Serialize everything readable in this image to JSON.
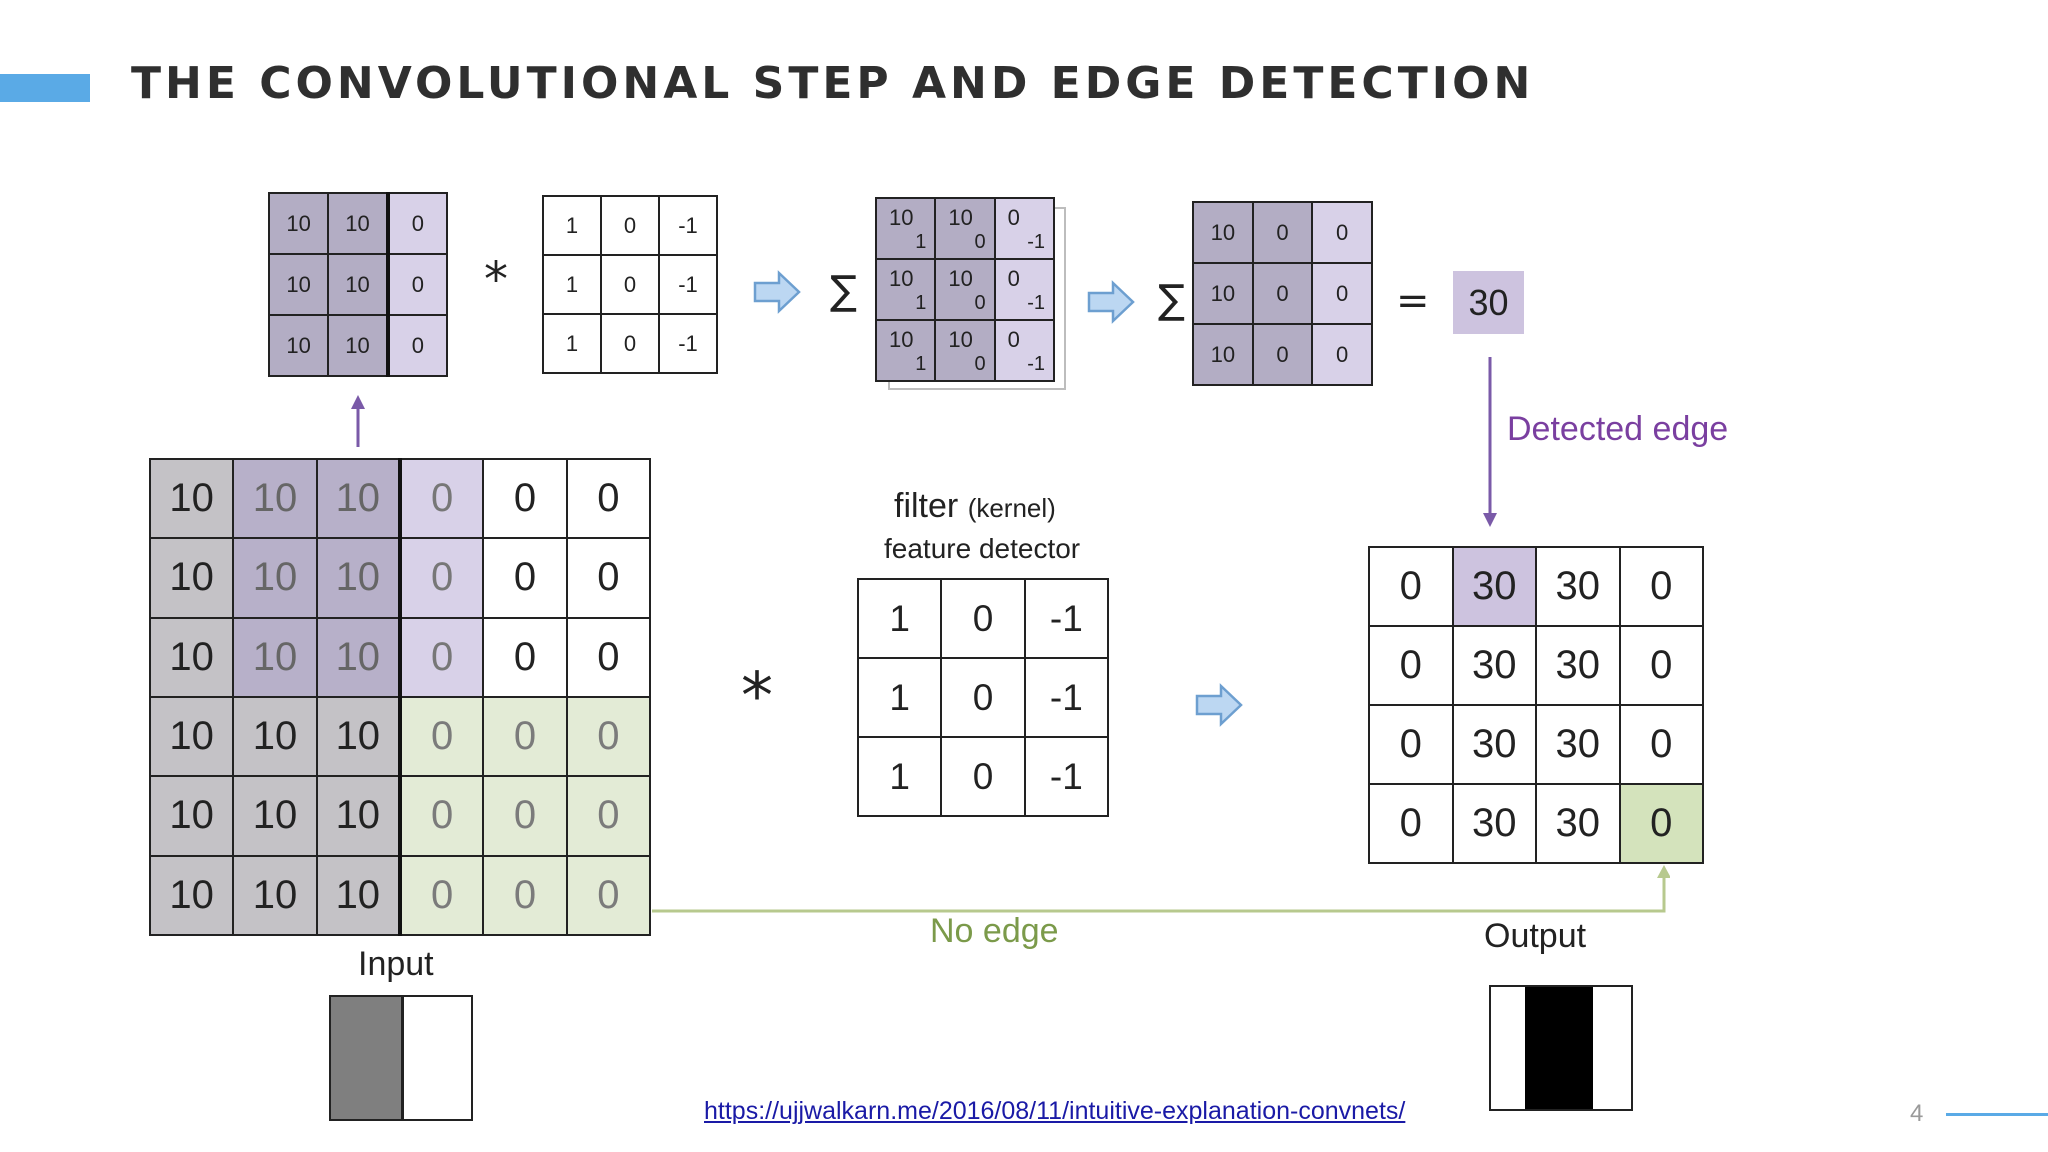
{
  "title": "THE CONVOLUTIONAL STEP AND EDGE DETECTION",
  "patch": [
    [
      "10",
      "10",
      "0"
    ],
    [
      "10",
      "10",
      "0"
    ],
    [
      "10",
      "10",
      "0"
    ]
  ],
  "kernel": [
    [
      "1",
      "0",
      "-1"
    ],
    [
      "1",
      "0",
      "-1"
    ],
    [
      "1",
      "0",
      "-1"
    ]
  ],
  "products": [
    [
      {
        "v": "10",
        "k": "1"
      },
      {
        "v": "10",
        "k": "0"
      },
      {
        "v": "0",
        "k": "-1"
      }
    ],
    [
      {
        "v": "10",
        "k": "1"
      },
      {
        "v": "10",
        "k": "0"
      },
      {
        "v": "0",
        "k": "-1"
      }
    ],
    [
      {
        "v": "10",
        "k": "1"
      },
      {
        "v": "10",
        "k": "0"
      },
      {
        "v": "0",
        "k": "-1"
      }
    ]
  ],
  "sum_grid": [
    [
      "10",
      "0",
      "0"
    ],
    [
      "10",
      "0",
      "0"
    ],
    [
      "10",
      "0",
      "0"
    ]
  ],
  "ops": {
    "conv": "*",
    "sigma": "∑",
    "equals": "="
  },
  "result": "30",
  "detected_edge_label": "Detected edge",
  "input": [
    [
      "10",
      "10",
      "10",
      "0",
      "0",
      "0"
    ],
    [
      "10",
      "10",
      "10",
      "0",
      "0",
      "0"
    ],
    [
      "10",
      "10",
      "10",
      "0",
      "0",
      "0"
    ],
    [
      "10",
      "10",
      "10",
      "0",
      "0",
      "0"
    ],
    [
      "10",
      "10",
      "10",
      "0",
      "0",
      "0"
    ],
    [
      "10",
      "10",
      "10",
      "0",
      "0",
      "0"
    ]
  ],
  "filter_label": "filter",
  "filter_sub": "(kernel)",
  "feature_detector_label": "feature detector",
  "output": [
    [
      "0",
      "30",
      "30",
      "0"
    ],
    [
      "0",
      "30",
      "30",
      "0"
    ],
    [
      "0",
      "30",
      "30",
      "0"
    ],
    [
      "0",
      "30",
      "30",
      "0"
    ]
  ],
  "input_label": "Input",
  "output_label": "Output",
  "no_edge_label": "No edge",
  "url": "https://ujjwalkarn.me/2016/08/11/intuitive-explanation-convnets/",
  "page_number": "4",
  "colors": {
    "accent": "#5aaae6",
    "purple_arrow": "#7a5aa8",
    "detected_text": "#7a3fa0",
    "green_line": "#b7c98e",
    "no_edge_text": "#7b9a4a",
    "arrow_fill": "#bcd7f2",
    "arrow_stroke": "#6d9fd0"
  }
}
